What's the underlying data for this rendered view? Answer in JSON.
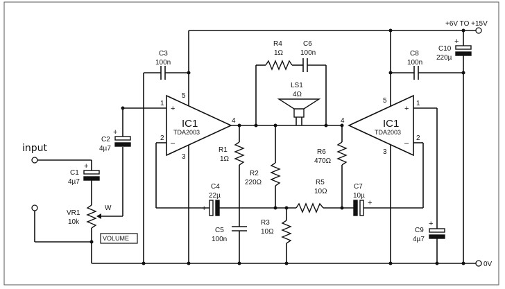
{
  "supply_label": "+6V TO +15V",
  "ground_label": "0V",
  "input_label": "input",
  "volume_label": "VOLUME",
  "ic_left": {
    "name": "IC1",
    "part": "TDA2003",
    "pins": {
      "p1": "1",
      "p2": "2",
      "p3": "3",
      "p4": "4",
      "p5": "5"
    }
  },
  "ic_right": {
    "name": "IC1",
    "part": "TDA2003",
    "pins": {
      "p1": "1",
      "p2": "2",
      "p3": "3",
      "p4": "4",
      "p5": "5"
    }
  },
  "components": {
    "C1": {
      "ref": "C1",
      "value": "4µ7"
    },
    "C2": {
      "ref": "C2",
      "value": "4µ7"
    },
    "C3": {
      "ref": "C3",
      "value": "100n"
    },
    "C4": {
      "ref": "C4",
      "value": "22µ"
    },
    "C5": {
      "ref": "C5",
      "value": "100n"
    },
    "C6": {
      "ref": "C6",
      "value": "100n"
    },
    "C7": {
      "ref": "C7",
      "value": "10µ"
    },
    "C8": {
      "ref": "C8",
      "value": "100n"
    },
    "C9": {
      "ref": "C9",
      "value": "4µ7"
    },
    "C10": {
      "ref": "C10",
      "value": "220µ"
    },
    "R1": {
      "ref": "R1",
      "value": "1Ω"
    },
    "R2": {
      "ref": "R2",
      "value": "220Ω"
    },
    "R3": {
      "ref": "R3",
      "value": "10Ω"
    },
    "R4": {
      "ref": "R4",
      "value": "1Ω"
    },
    "R5": {
      "ref": "R5",
      "value": "10Ω"
    },
    "R6": {
      "ref": "R6",
      "value": "470Ω"
    },
    "VR1": {
      "ref": "VR1",
      "value": "10k",
      "wiper": "W"
    },
    "LS1": {
      "ref": "LS1",
      "value": "4Ω"
    }
  },
  "polarity": {
    "plus": "+",
    "minus": "–"
  }
}
